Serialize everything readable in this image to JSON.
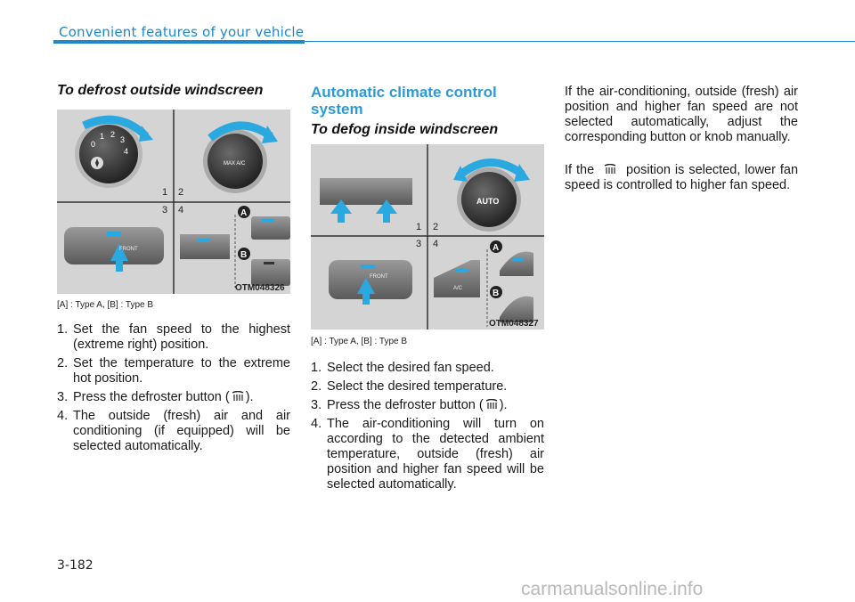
{
  "header": {
    "section_title": "Convenient features of your vehicle"
  },
  "left": {
    "heading": "To defrost outside windscreen",
    "figure": {
      "code": "OTM048326",
      "labels": [
        "1",
        "2",
        "3",
        "4"
      ],
      "badge_a": "A",
      "badge_b": "B",
      "knob_text": "MAX A/C",
      "front_text": "FRONT",
      "dial_numbers": [
        "0",
        "1",
        "2",
        "3",
        "4"
      ]
    },
    "caption": "[A] : Type A, [B] : Type B",
    "steps": [
      {
        "num": "1.",
        "text": "Set the fan speed to the highest (extreme right) position."
      },
      {
        "num": "2.",
        "text": "Set the temperature to the extreme hot position."
      },
      {
        "num": "3.",
        "text_before": "Press the defroster button (",
        "text_after": ")."
      },
      {
        "num": "4.",
        "text": "The outside (fresh) air and air conditioning (if equipped) will be selected automatically."
      }
    ]
  },
  "middle": {
    "heading": "Automatic climate control system",
    "subheading": "To defog inside windscreen",
    "figure": {
      "code": "OTM048327",
      "labels": [
        "1",
        "2",
        "3",
        "4"
      ],
      "badge_a": "A",
      "badge_b": "B",
      "knob_text": "AUTO",
      "front_text": "FRONT",
      "ac_text": "A/C"
    },
    "caption": "[A] : Type A, [B] : Type B",
    "steps": [
      {
        "num": "1.",
        "text": "Select the desired fan speed."
      },
      {
        "num": "2.",
        "text": "Select the desired temperature."
      },
      {
        "num": "3.",
        "text_before": "Press the defroster button (",
        "text_after": ")."
      },
      {
        "num": "4.",
        "text": "The air-conditioning will turn on according to the detected ambient temperature, outside (fresh) air position and higher fan speed will be selected automatically."
      }
    ]
  },
  "right": {
    "para1": "If the air-conditioning, outside (fresh) air position and higher fan speed are not selected automatically, adjust the corresponding button or knob manually.",
    "para2_before": "If the",
    "para2_after": "position is selected, lower fan speed is controlled to higher fan speed."
  },
  "footer": {
    "page_number": "3-182",
    "watermark": "carmanualsonline.info"
  },
  "colors": {
    "accent": "#1e88c8",
    "heading_blue": "#2b9bd8",
    "arrow_blue": "#2aa8e0",
    "figure_bg": "#d4d4d4"
  }
}
